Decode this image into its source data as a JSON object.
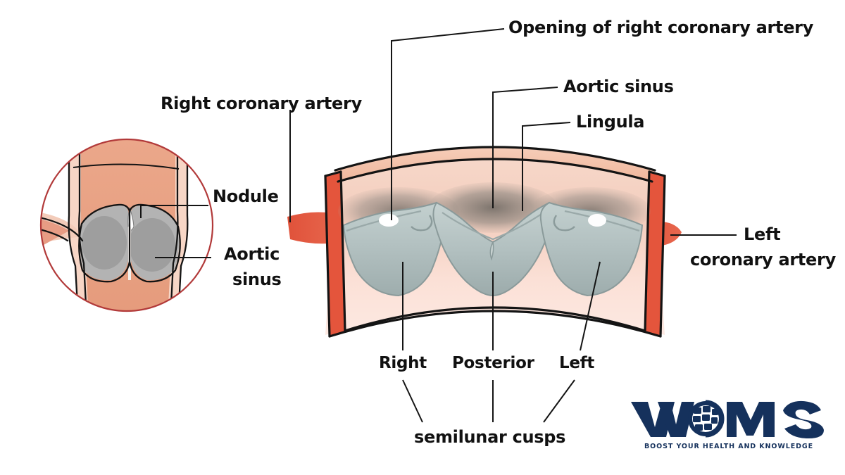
{
  "figure": {
    "title": "Aortic valve — opened aorta showing semilunar cusps",
    "background_color": "#ffffff",
    "palette": {
      "vessel_wall_outer": "#f2a689",
      "vessel_lumen_light": "#fbded3",
      "vessel_lumen_mid": "#f4cdbd",
      "coronary_red": "#e4553c",
      "cusp_gray": "#b9c6c6",
      "cusp_gray_dark": "#9fb0b1",
      "sinus_shadow": "#8f8b85",
      "outline_black": "#141414",
      "inset_circle_border": "#b23a3a",
      "inset_salmon": "#e9a285",
      "inset_pale": "#f6d5c6",
      "inset_cusp_gray": "#a9a9a9",
      "logo_navy": "#15315c"
    }
  },
  "labels": {
    "opening_right_coronary": "Opening of  right coronary artery",
    "aortic_sinus_main": "Aortic sinus",
    "lingula": "Lingula",
    "right_coronary_artery": "Right coronary artery",
    "left_coronary_artery_line1": "Left",
    "left_coronary_artery_line2": "coronary artery",
    "nodule": "Nodule",
    "aortic_sinus_inset_line1": "Aortic",
    "aortic_sinus_inset_line2": "sinus",
    "cusp_right": "Right",
    "cusp_posterior": "Posterior",
    "cusp_left": "Left",
    "semilunar_cusps": "semilunar cusps"
  },
  "logo": {
    "mark": "WOMS",
    "letters": [
      "W",
      "O",
      "M",
      "S"
    ],
    "globe_icon": "globe-icon",
    "tagline": "BOOST YOUR HEALTH AND KNOWLEDGE"
  }
}
